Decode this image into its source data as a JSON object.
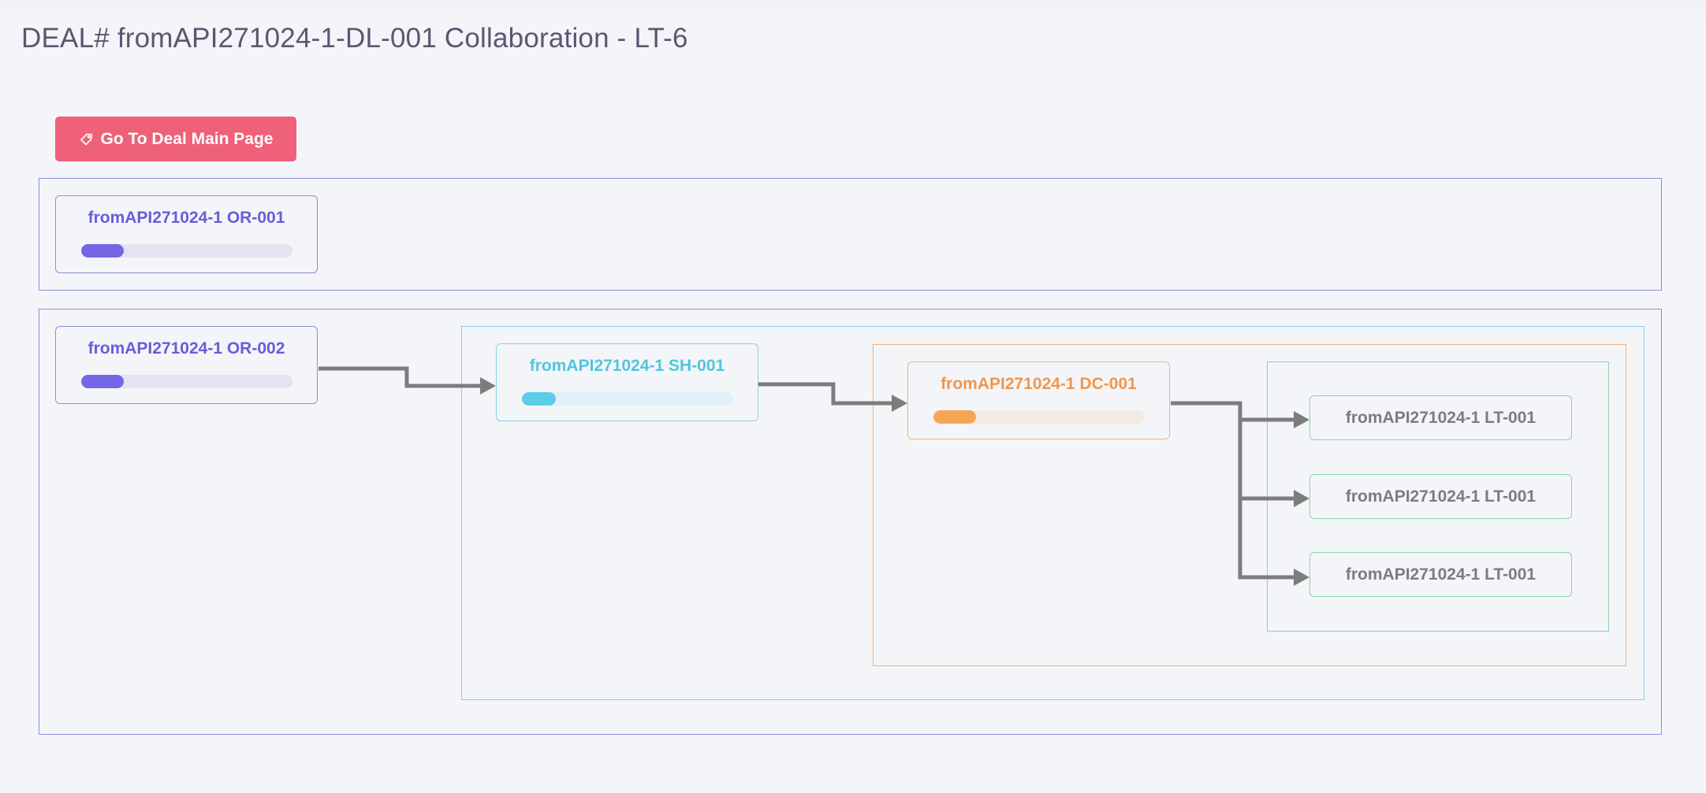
{
  "page": {
    "title": "DEAL# fromAPI271024-1-DL-001 Collaboration - LT-6"
  },
  "actions": {
    "go_to_deal_label": "Go To Deal Main Page",
    "go_to_deal_icon": "tag-icon"
  },
  "colors": {
    "or": "#7367e6",
    "sh": "#5ccde6",
    "dc": "#f5a655",
    "lt": "#8ed3a6",
    "button": "#ee6179",
    "connector": "#7d7d7d"
  },
  "nodes": {
    "or1": {
      "label": "fromAPI271024-1 OR-001",
      "progress": 0.2
    },
    "or2": {
      "label": "fromAPI271024-1 OR-002",
      "progress": 0.2
    },
    "sh1": {
      "label": "fromAPI271024-1 SH-001",
      "progress": 0.16
    },
    "dc1": {
      "label": "fromAPI271024-1 DC-001",
      "progress": 0.2
    },
    "lt": [
      {
        "label": "fromAPI271024-1 LT-001"
      },
      {
        "label": "fromAPI271024-1 LT-001"
      },
      {
        "label": "fromAPI271024-1 LT-001"
      }
    ]
  }
}
